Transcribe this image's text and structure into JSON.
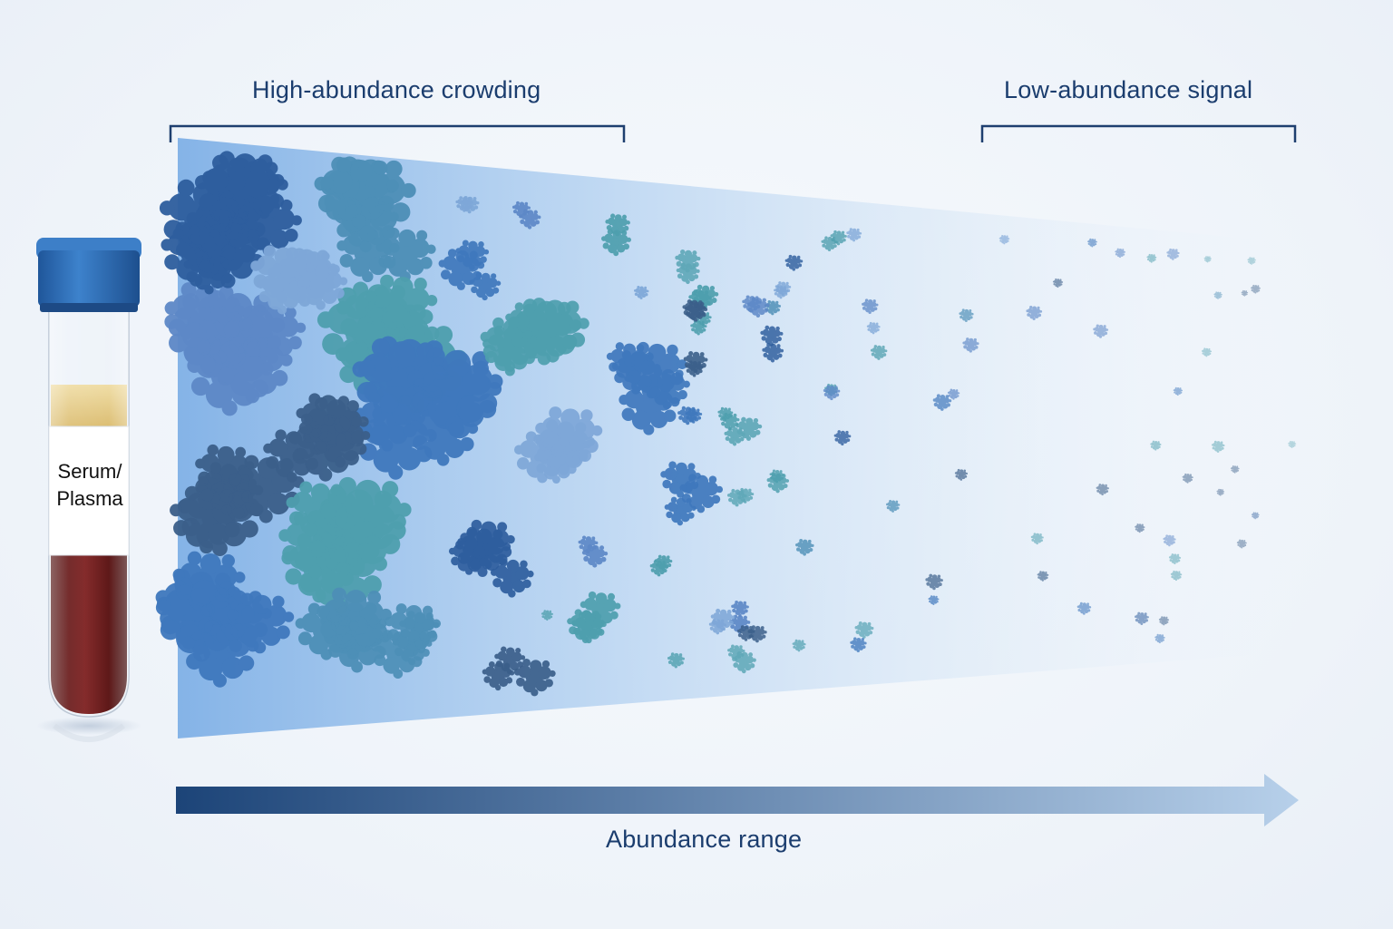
{
  "labels": {
    "high_abundance": "High-abundance crowding",
    "low_abundance": "Low-abundance signal",
    "axis": "Abundance range",
    "tube_line1": "Serum/",
    "tube_line2": "Plasma"
  },
  "icons": {
    "tube": "test-tube-icon",
    "arrow": "arrow-right-icon",
    "protein": "protein-cluster-icon"
  },
  "colors": {
    "text": "#1b3d6e",
    "arrow_start": "#1c4478",
    "arrow_end": "#b7d0ea",
    "tube_cap": "#2f6fb5",
    "plasma": "#e3c57a",
    "blood": "#6b1414",
    "protein_palette": [
      "#2e5e9e",
      "#3f78bd",
      "#5d88c7",
      "#4d8fb7",
      "#4e9fae",
      "#7ea7d8",
      "#3b5f8a",
      "#5fa8b8"
    ]
  }
}
